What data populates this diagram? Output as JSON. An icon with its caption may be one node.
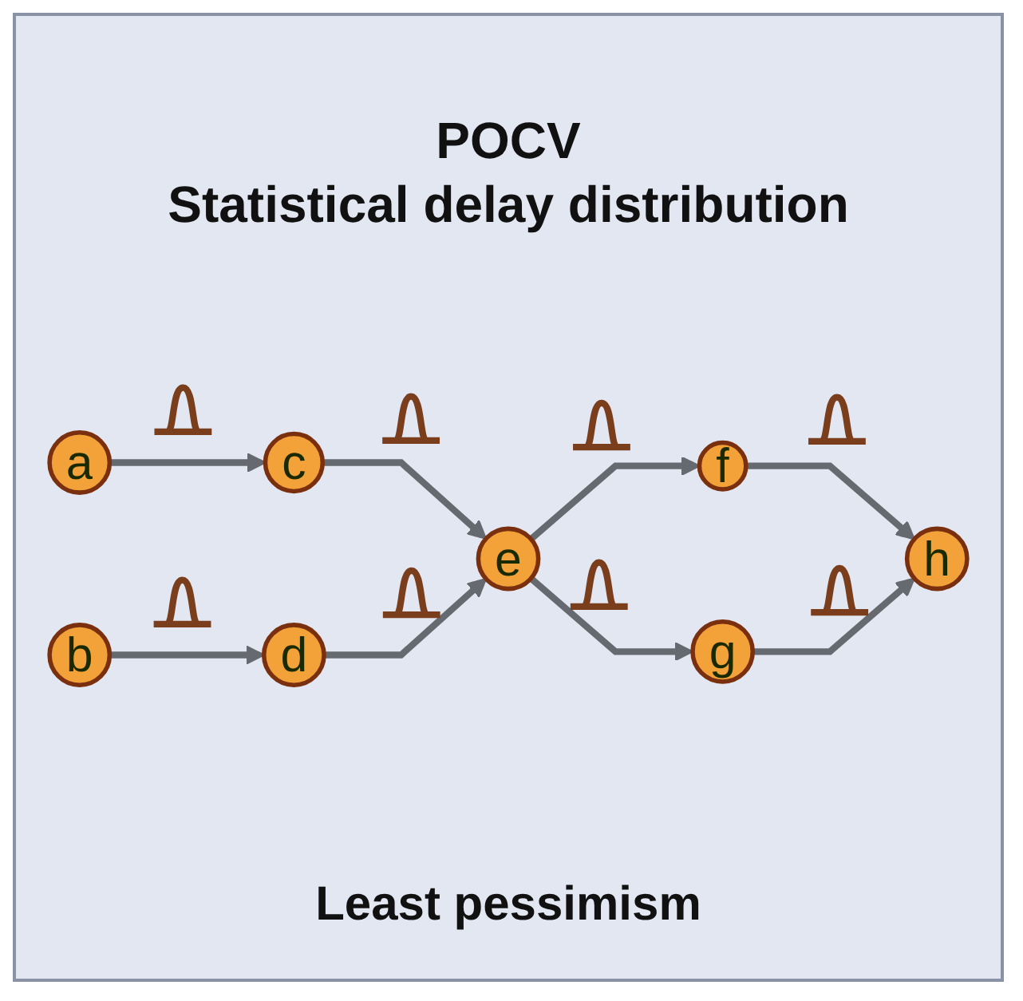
{
  "diagram": {
    "title": "POCV",
    "caption": "Least pessimism",
    "labels": [
      "Statistical delay distribution"
    ],
    "nodes": [
      {
        "text": [
          "a"
        ]
      },
      {
        "text": [
          "b"
        ]
      },
      {
        "text": [
          "c"
        ]
      },
      {
        "text": [
          "d"
        ]
      },
      {
        "text": [
          "e"
        ]
      },
      {
        "text": [
          "f"
        ]
      },
      {
        "text": [
          "g"
        ]
      },
      {
        "text": [
          "h"
        ]
      }
    ],
    "edges": [
      {
        "from": 0,
        "to": 2,
        "arrow": "to"
      },
      {
        "from": 1,
        "to": 3,
        "arrow": "to"
      },
      {
        "from": 2,
        "to": 4,
        "arrow": "to"
      },
      {
        "from": 3,
        "to": 4,
        "arrow": "to"
      },
      {
        "from": 4,
        "to": 5,
        "arrow": "to"
      },
      {
        "from": 4,
        "to": 6,
        "arrow": "to"
      },
      {
        "from": 5,
        "to": 7,
        "arrow": "to"
      },
      {
        "from": 6,
        "to": 7,
        "arrow": "to"
      }
    ]
  }
}
